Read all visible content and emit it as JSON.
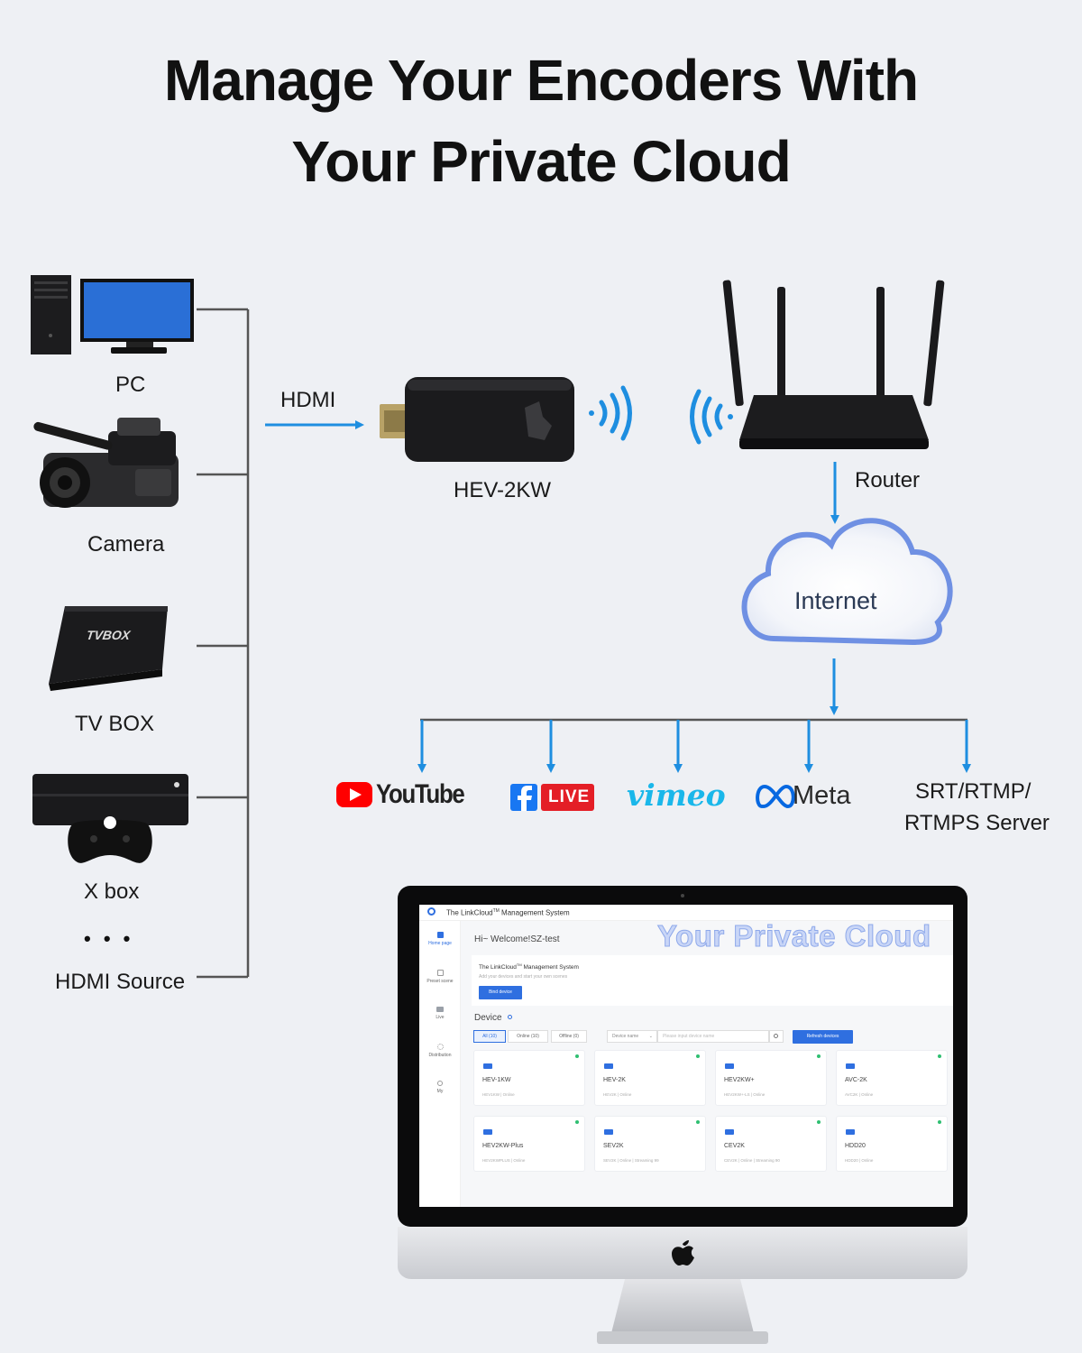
{
  "title": {
    "line1": "Manage  Your  Encoders With",
    "line2": "Your Private Cloud"
  },
  "sources": [
    {
      "label": "PC"
    },
    {
      "label": "Camera"
    },
    {
      "label": "TV BOX"
    },
    {
      "label": "X  box"
    },
    {
      "label": "HDMI Source"
    }
  ],
  "tvbox_print": "TVBOX",
  "ellipsis": "• • •",
  "hdmi_label": "HDMI",
  "encoder_label": "HEV-2KW",
  "router_label": "Router",
  "internet_label": "Internet",
  "platforms": {
    "youtube": "YouTube",
    "facebook_live": "LIVE",
    "vimeo": "vimeo",
    "meta": "Meta",
    "server_line1": "SRT/RTMP/",
    "server_line2": "RTMPS Server"
  },
  "colors": {
    "accent": "#1e8ee0",
    "line": "#555555",
    "cloud_text": "#2b3a55",
    "youtube_red": "#ff0000",
    "facebook_blue": "#1877f2",
    "vimeo_blue": "#1ab7ea",
    "meta_blue": "#0668e1"
  },
  "screen": {
    "app_title": "The LinkCloud",
    "app_title_sup": "TM",
    "app_title_suffix": " Management System",
    "overlay_title": "Your Private Cloud",
    "nav": [
      "Home page",
      "Preset scene",
      "Live",
      "Distribution",
      "My"
    ],
    "welcome": "Hi~ Welcome!SZ-test",
    "panel_title": "The LinkCloud",
    "panel_sup": "TM",
    "panel_suffix": " Management System",
    "panel_sub": "Add your devices and start your own scenes",
    "bind_button": "Bind device",
    "device_heading": "Device",
    "filters": [
      "All (10)",
      "Online (10)",
      "Offline (0)"
    ],
    "search_type": "Device name",
    "search_placeholder": "Please input device name",
    "refresh_button": "Refresh devices",
    "devices": [
      {
        "name": "HEV-1KW",
        "status": "HEV1KW  |  Online"
      },
      {
        "name": "HEV-2K",
        "status": "HEV2K  |  Online"
      },
      {
        "name": "HEV2KW+",
        "status": "HEV2KW+-LS  |  Online"
      },
      {
        "name": "AVC-2K",
        "status": "AVC2K  |  Online"
      },
      {
        "name": "HEV2KW-Plus",
        "status": "HEV2KWPLUS  |  Online"
      },
      {
        "name": "SEV2K",
        "status": "SEV2K  |  Online  |  Streaming 99"
      },
      {
        "name": "CEV2K",
        "status": "CEV2K  |  Online  |  Streaming 90"
      },
      {
        "name": "HDD20",
        "status": "HDD20  |  Online"
      }
    ]
  }
}
